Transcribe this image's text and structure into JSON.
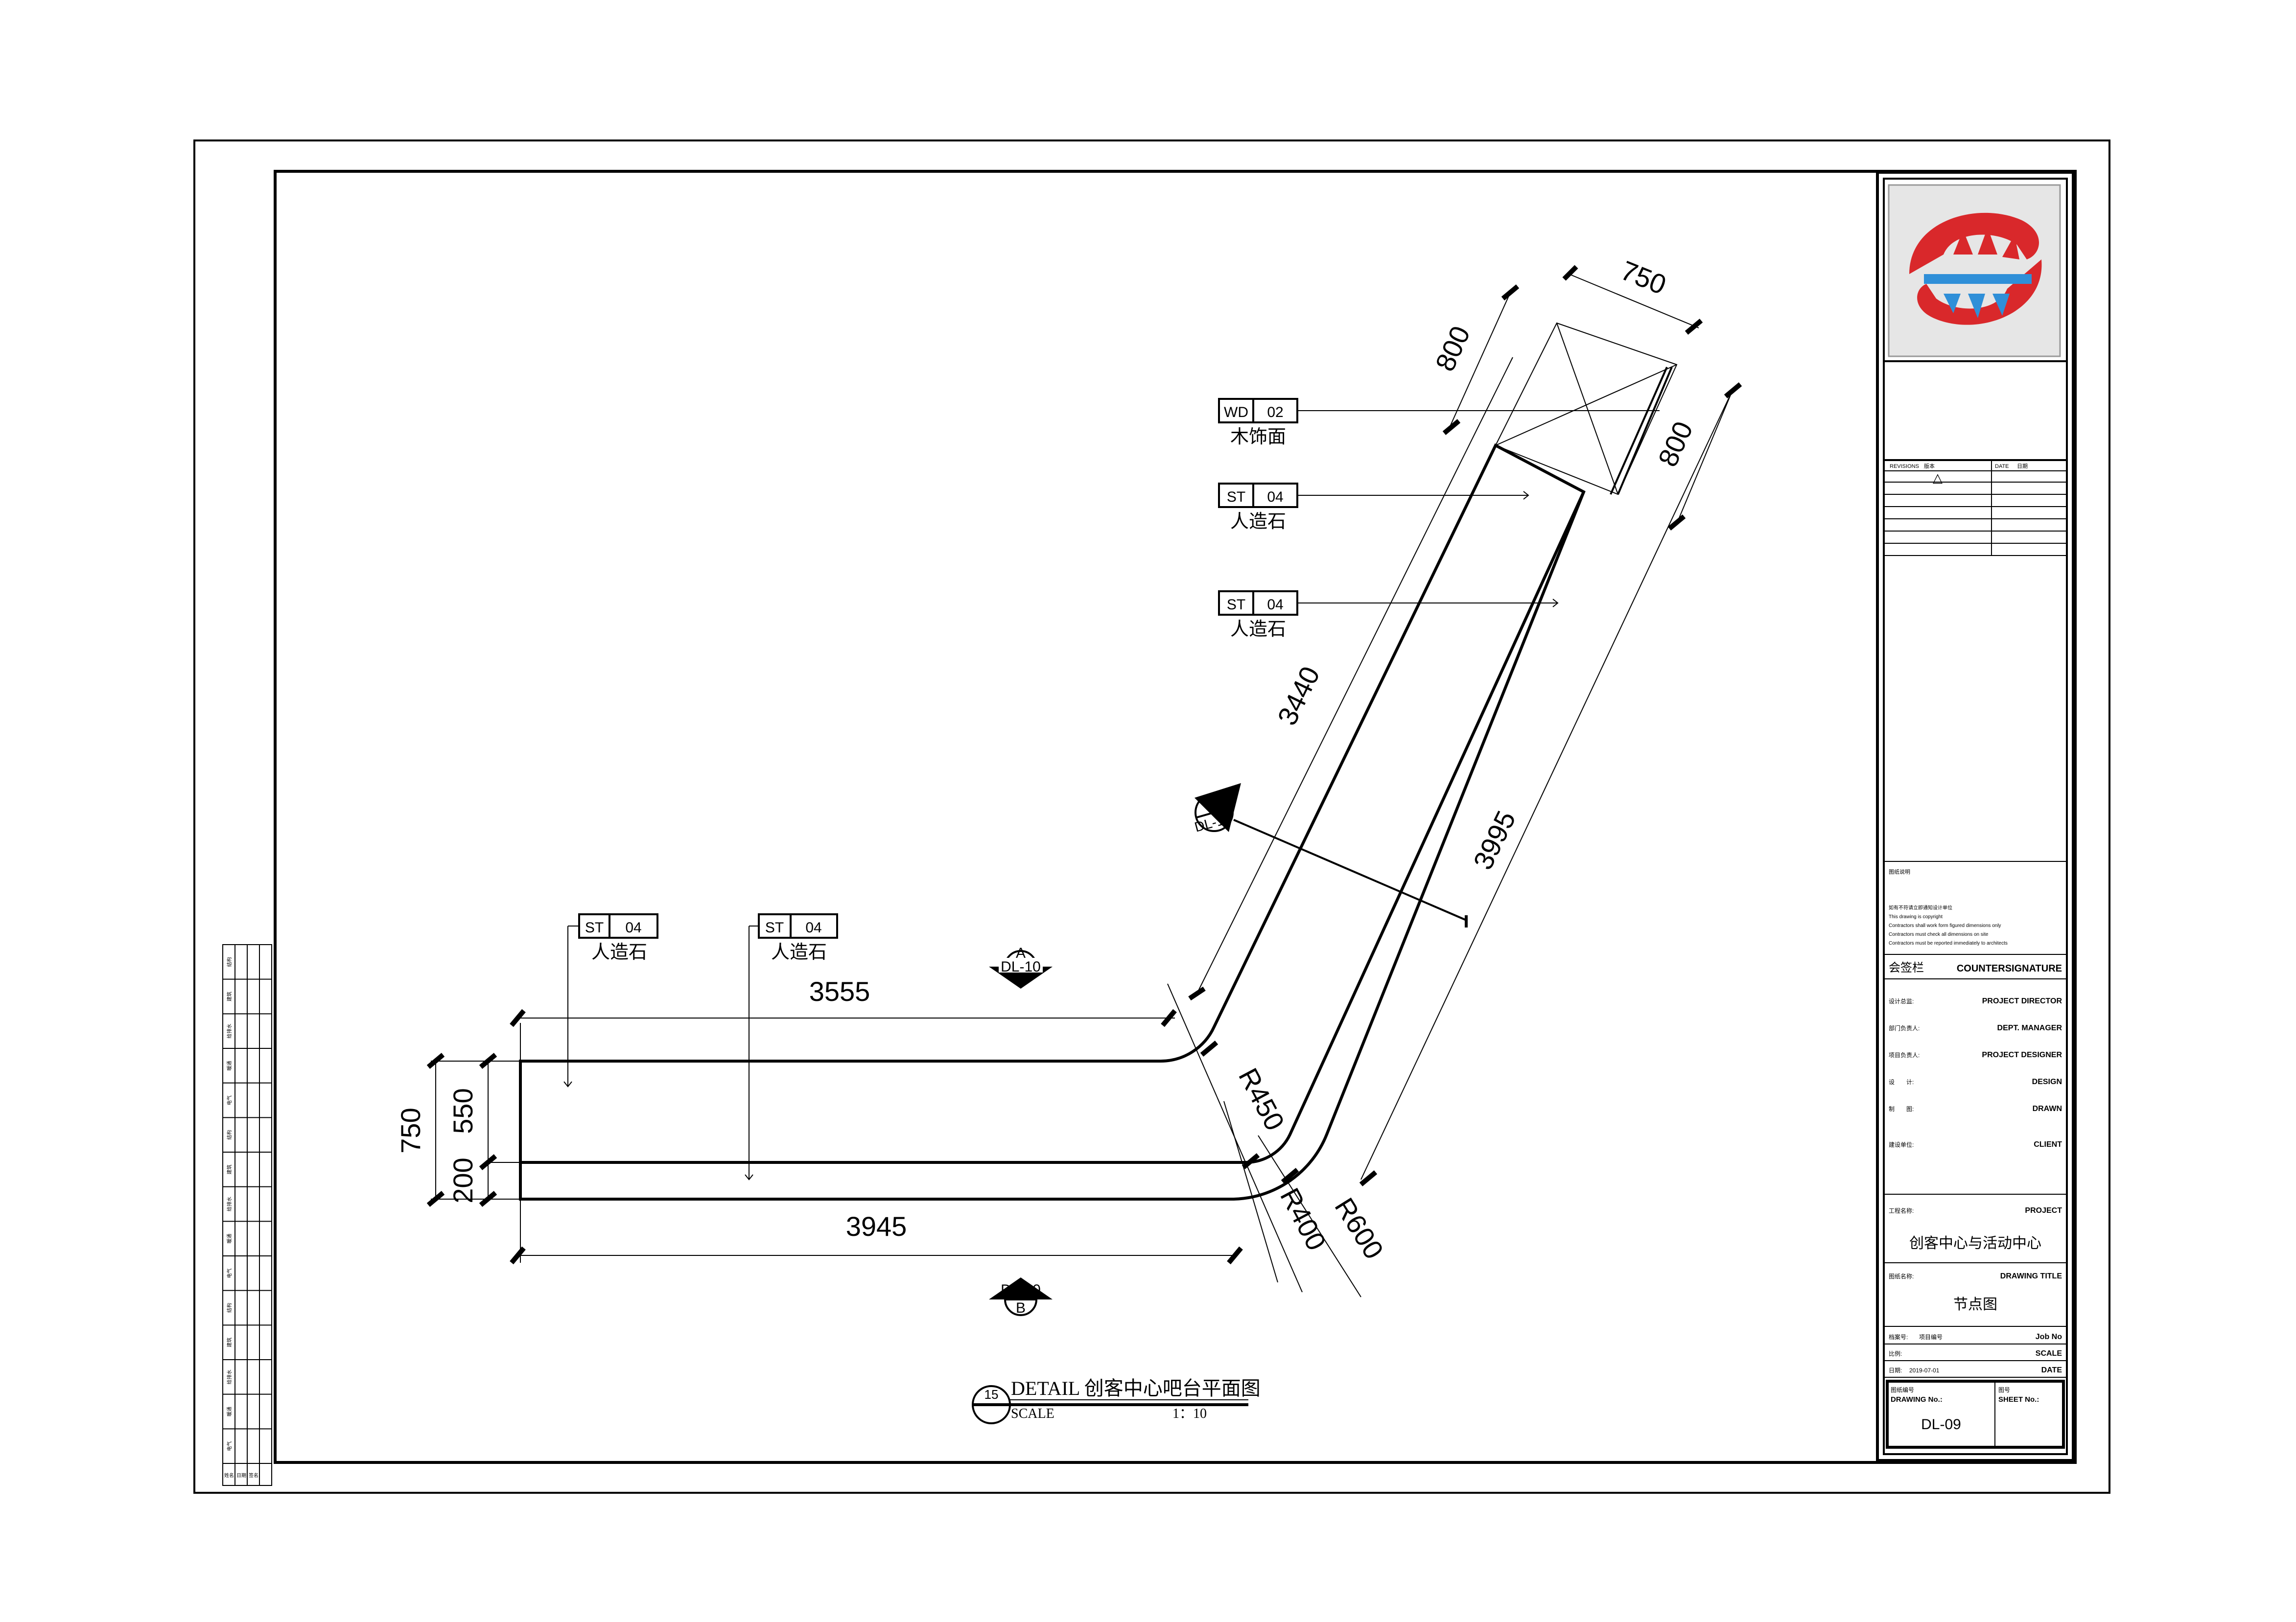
{
  "detail": {
    "number": "15",
    "title": "DETAIL  创客中心吧台平面图",
    "scale_label": "SCALE",
    "scale_value": "1：10"
  },
  "dimensions": {
    "top_long": "3555",
    "bottom_long": "3945",
    "depth_total": "750",
    "depth_upper": "550",
    "depth_lower": "200",
    "diag_inner": "3440",
    "diag_outer": "3995",
    "end_width": "750",
    "end_side_a": "800",
    "end_side_b": "800",
    "radius_1": "R450",
    "radius_2": "R400",
    "radius_3": "R600"
  },
  "tags": [
    {
      "code": "WD",
      "no": "02",
      "label": "木饰面"
    },
    {
      "code": "ST",
      "no": "04",
      "label": "人造石"
    },
    {
      "code": "ST",
      "no": "04",
      "label": "人造石"
    },
    {
      "code": "ST",
      "no": "04",
      "label": "人造石"
    },
    {
      "code": "ST",
      "no": "04",
      "label": "人造石"
    }
  ],
  "section_marks": {
    "a_letter": "A",
    "a_ref": "DL-10",
    "b_letter": "B",
    "b_ref": "DL-10",
    "c_no": "16",
    "c_ref": "DL-10"
  },
  "title_block": {
    "revision_label": "REVISIONS",
    "revision_label_cn": "版本",
    "date_label": "DATE",
    "date_label_cn": "日期",
    "revision_mark": "△",
    "notes_heading": "图纸说明",
    "notes": [
      "如有不符请立即通知设计单位",
      "This drawing is copyright",
      "Contractors shall work form figured dimensions only",
      "Contractors must check all dimensions on site",
      "Contractors must be reported immediately to architects"
    ],
    "countersign_cn": "会签栏",
    "countersign_en": "COUNTERSIGNATURE",
    "roles": [
      {
        "cn": "设计总监:",
        "en": "PROJECT DIRECTOR"
      },
      {
        "cn": "部门负责人:",
        "en": "DEPT. MANAGER"
      },
      {
        "cn": "项目负责人:",
        "en": "PROJECT DESIGNER"
      },
      {
        "cn": "设　　计:",
        "en": "DESIGN"
      },
      {
        "cn": "制　　图:",
        "en": "DRAWN"
      }
    ],
    "client_cn": "建设单位:",
    "client_en": "CLIENT",
    "project_cn": "工程名称:",
    "project_en": "PROJECT",
    "project_name": "创客中心与活动中心",
    "drawing_title_cn": "图纸名称:",
    "drawing_title_en": "DRAWING TITLE",
    "drawing_title": "节点图",
    "job_cn": "档案号:",
    "job_value": "项目编号",
    "job_en": "Job No",
    "scale_cn": "比例:",
    "scale_en": "SCALE",
    "date_cn": "日期:",
    "date_value": "2019-07-01",
    "date_en": "DATE",
    "drawing_no_cn": "图纸编号",
    "drawing_no_en": "DRAWING No.:",
    "sheet_no_cn": "图号",
    "sheet_no_en": "SHEET No.:",
    "drawing_no": "DL-09"
  },
  "left_strip": {
    "labels": [
      "结构",
      "建筑",
      "给排水",
      "暖通",
      "电气",
      "结构",
      "建筑",
      "给排水",
      "暖通",
      "电气",
      "结构",
      "建筑",
      "给排水",
      "暖通",
      "电气"
    ],
    "bottom": [
      "姓名",
      "日期",
      "签名"
    ]
  },
  "colors": {
    "logo_red": "#d9282b",
    "logo_blue": "#2f8fd8"
  }
}
